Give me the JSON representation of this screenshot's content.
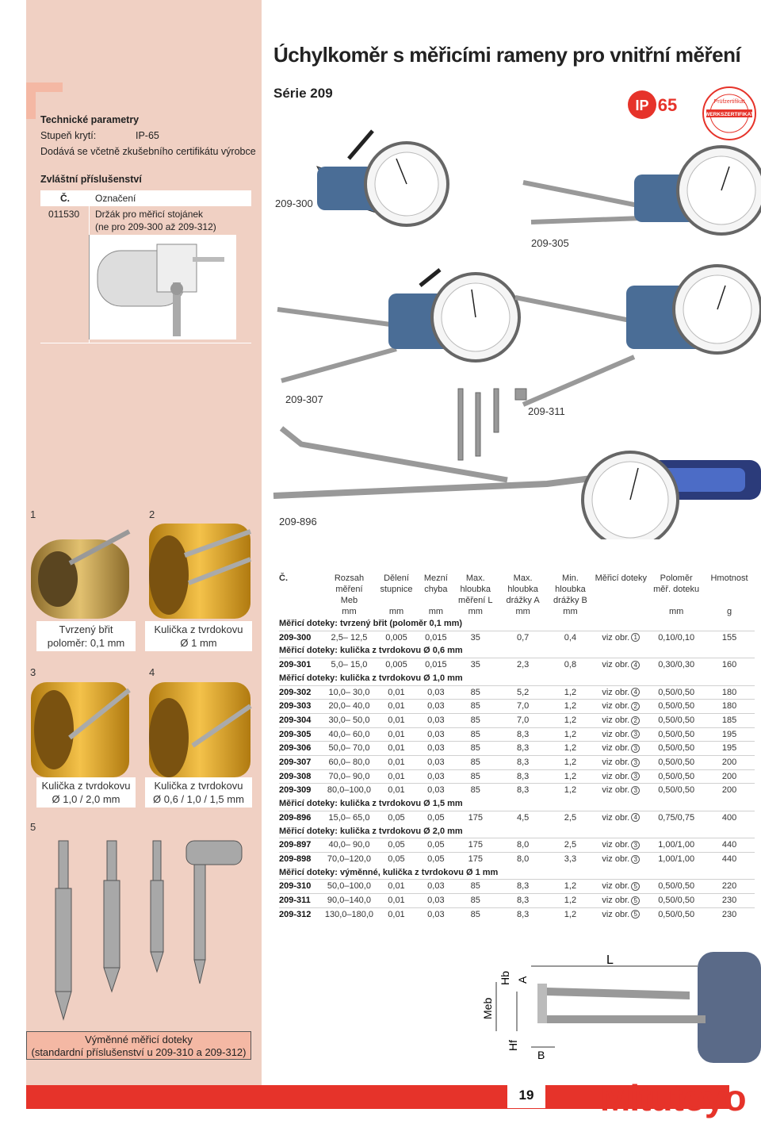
{
  "title": "Úchylkoměr s měřicími rameny pro vnitřní měření",
  "series": "Série 209",
  "tech": {
    "heading": "Technické parametry",
    "protection_label": "Stupeň krytí:",
    "protection_value": "IP-65",
    "certificate": "Dodává se včetně zkušebního certifikátu výrobce"
  },
  "accessory": {
    "heading": "Zvláštní příslušenství",
    "col_no": "Č.",
    "col_name": "Označení",
    "item_no": "011530",
    "item_name_1": "Držák pro měřicí stojánek",
    "item_name_2": "(ne pro 209-300 až 209-312)"
  },
  "ip_badge": {
    "ip": "IP",
    "num": "65"
  },
  "cert_badge": {
    "top": "Prüfzertifikat",
    "middle": "WERKSZERTIFIKAT"
  },
  "models": {
    "m300": "209-300",
    "m305": "209-305",
    "m307": "209-307",
    "m311": "209-311",
    "m896": "209-896"
  },
  "contacts": {
    "n1": "1",
    "n2": "2",
    "n3": "3",
    "n4": "4",
    "n5": "5",
    "c1_1": "Tvrzený břit",
    "c1_2": "poloměr: 0,1 mm",
    "c2_1": "Kulička z tvrdokovu",
    "c2_2": "Ø 1 mm",
    "c3_1": "Kulička z tvrdokovu",
    "c3_2": "Ø 1,0 / 2,0 mm",
    "c4_1": "Kulička z tvrdokovu",
    "c4_2": "Ø 0,6 / 1,0 / 1,5 mm",
    "c5_1": "Výměnné měřicí doteky",
    "c5_2": "(standardní příslušenství u 209-310 a 209-312)"
  },
  "diagram": {
    "L": "L",
    "Hb": "Hb",
    "A": "A",
    "Meb": "Meb",
    "Hf": "Hf",
    "B": "B"
  },
  "brand": "Mitutoyo",
  "page_number": "19",
  "spec_table": {
    "headers": [
      [
        "Č."
      ],
      [
        "Rozsah",
        "měření",
        "Meb"
      ],
      [
        "Dělení",
        "stupnice"
      ],
      [
        "Mezní",
        "chyba"
      ],
      [
        "Max. hloubka",
        "měření L"
      ],
      [
        "Max. hloubka",
        "drážky A"
      ],
      [
        "Min. hloubka",
        "drážky B"
      ],
      [
        "Měřicí doteky"
      ],
      [
        "Poloměr",
        "měř. doteku"
      ],
      [
        "Hmotnost"
      ]
    ],
    "units": [
      "",
      "mm",
      "mm",
      "mm",
      "mm",
      "mm",
      "mm",
      "",
      "mm",
      "g"
    ],
    "sections": [
      {
        "title": "Měřicí doteky: tvrzený břit (poloměr 0,1 mm)",
        "rows": [
          [
            "209-300",
            "2,5– 12,5",
            "0,005",
            "0,015",
            "35",
            "0,7",
            "0,4",
            "viz obr.",
            "1",
            "0,10/0,10",
            "155"
          ]
        ]
      },
      {
        "title": "Měřicí doteky: kulička z tvrdokovu Ø 0,6 mm",
        "rows": [
          [
            "209-301",
            "5,0– 15,0",
            "0,005",
            "0,015",
            "35",
            "2,3",
            "0,8",
            "viz obr.",
            "4",
            "0,30/0,30",
            "160"
          ]
        ]
      },
      {
        "title": "Měřicí doteky: kulička z tvrdokovu Ø 1,0 mm",
        "rows": [
          [
            "209-302",
            "10,0– 30,0",
            "0,01",
            "0,03",
            "85",
            "5,2",
            "1,2",
            "viz obr.",
            "4",
            "0,50/0,50",
            "180"
          ],
          [
            "209-303",
            "20,0– 40,0",
            "0,01",
            "0,03",
            "85",
            "7,0",
            "1,2",
            "viz obr.",
            "2",
            "0,50/0,50",
            "180"
          ],
          [
            "209-304",
            "30,0– 50,0",
            "0,01",
            "0,03",
            "85",
            "7,0",
            "1,2",
            "viz obr.",
            "2",
            "0,50/0,50",
            "185"
          ],
          [
            "209-305",
            "40,0– 60,0",
            "0,01",
            "0,03",
            "85",
            "8,3",
            "1,2",
            "viz obr.",
            "3",
            "0,50/0,50",
            "195"
          ],
          [
            "209-306",
            "50,0– 70,0",
            "0,01",
            "0,03",
            "85",
            "8,3",
            "1,2",
            "viz obr.",
            "3",
            "0,50/0,50",
            "195"
          ],
          [
            "209-307",
            "60,0– 80,0",
            "0,01",
            "0,03",
            "85",
            "8,3",
            "1,2",
            "viz obr.",
            "3",
            "0,50/0,50",
            "200"
          ],
          [
            "209-308",
            "70,0– 90,0",
            "0,01",
            "0,03",
            "85",
            "8,3",
            "1,2",
            "viz obr.",
            "3",
            "0,50/0,50",
            "200"
          ],
          [
            "209-309",
            "80,0–100,0",
            "0,01",
            "0,03",
            "85",
            "8,3",
            "1,2",
            "viz obr.",
            "3",
            "0,50/0,50",
            "200"
          ]
        ]
      },
      {
        "title": "Měřicí doteky: kulička z tvrdokovu Ø 1,5 mm",
        "rows": [
          [
            "209-896",
            "15,0– 65,0",
            "0,05",
            "0,05",
            "175",
            "4,5",
            "2,5",
            "viz obr.",
            "4",
            "0,75/0,75",
            "400"
          ]
        ]
      },
      {
        "title": "Měřicí doteky: kulička z tvrdokovu Ø 2,0 mm",
        "rows": [
          [
            "209-897",
            "40,0– 90,0",
            "0,05",
            "0,05",
            "175",
            "8,0",
            "2,5",
            "viz obr.",
            "3",
            "1,00/1,00",
            "440"
          ],
          [
            "209-898",
            "70,0–120,0",
            "0,05",
            "0,05",
            "175",
            "8,0",
            "3,3",
            "viz obr.",
            "3",
            "1,00/1,00",
            "440"
          ]
        ]
      },
      {
        "title": "Měřicí doteky: výměnné, kulička z tvrdokovu Ø 1 mm",
        "rows": [
          [
            "209-310",
            "50,0–100,0",
            "0,01",
            "0,03",
            "85",
            "8,3",
            "1,2",
            "viz obr.",
            "5",
            "0,50/0,50",
            "220"
          ],
          [
            "209-311",
            "90,0–140,0",
            "0,01",
            "0,03",
            "85",
            "8,3",
            "1,2",
            "viz obr.",
            "5",
            "0,50/0,50",
            "230"
          ],
          [
            "209-312",
            "130,0–180,0",
            "0,01",
            "0,03",
            "85",
            "8,3",
            "1,2",
            "viz obr.",
            "5",
            "0,50/0,50",
            "230"
          ]
        ]
      }
    ]
  },
  "colors": {
    "accent": "#e6332a",
    "sidebar": "#f0d0c3",
    "highlight": "#f4b8a4"
  }
}
